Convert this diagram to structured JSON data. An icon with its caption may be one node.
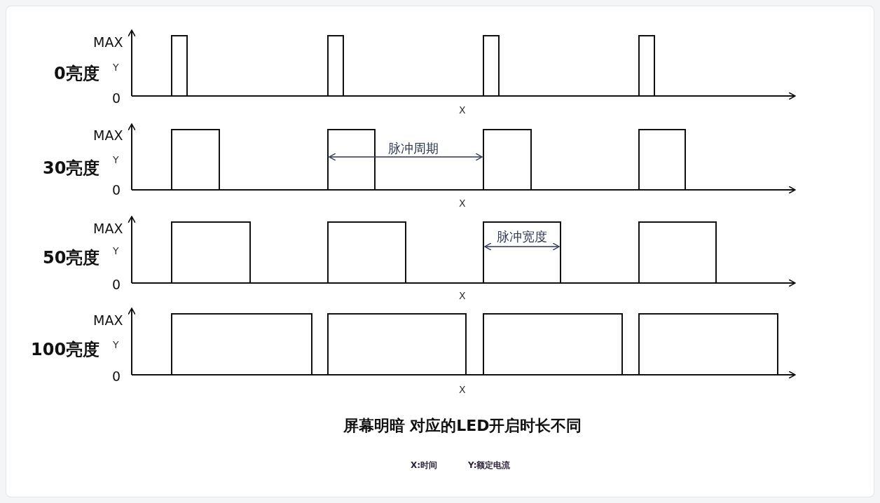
{
  "diagram": {
    "caption": "屏幕明暗 对应的LED开启时长不同",
    "labels": [
      "MAX",
      "Y",
      "0亮度",
      "0",
      "X",
      "MAX",
      "脉冲周期",
      "Y",
      "30亮度",
      "0",
      "X",
      "MAX",
      "脉冲宽度",
      "Y",
      "50亮度",
      "0",
      "X",
      "MAX",
      "Y",
      "100亮度",
      "0",
      "X",
      "X:时间",
      "Y:额定电流"
    ]
  }
}
